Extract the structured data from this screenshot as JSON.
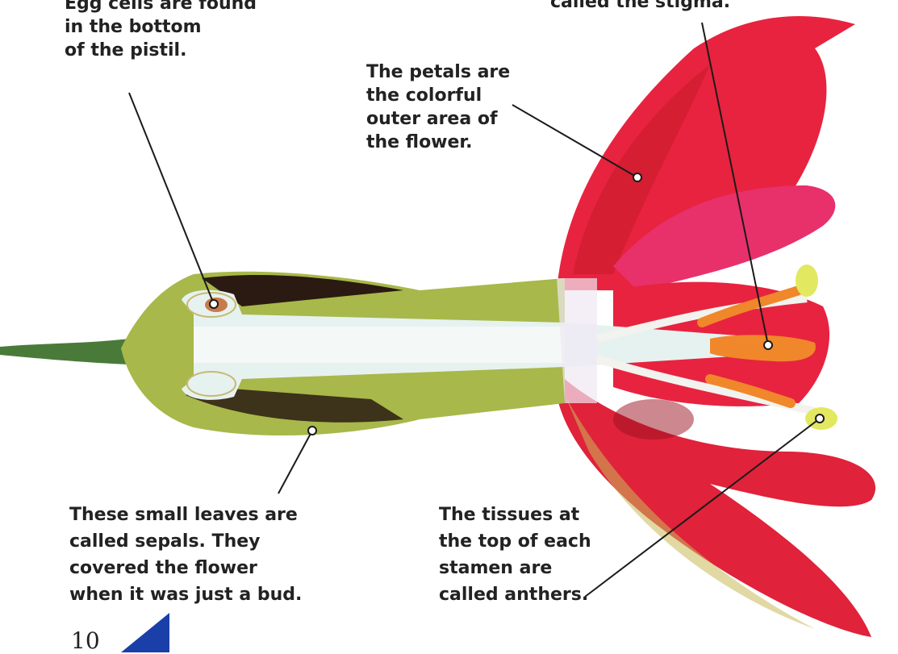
{
  "callouts": {
    "egg_cells": [
      "Egg cells are found",
      "in the bottom",
      "of the pistil."
    ],
    "stigma": [
      "called the stigma."
    ],
    "petals": [
      "The petals are",
      "the colorful",
      "outer area of",
      "the flower."
    ],
    "sepals": [
      "These small leaves are",
      "called sepals. They",
      "covered the flower",
      "when it was just a bud."
    ],
    "anthers": [
      "The tissues at",
      "the top of each",
      "stamen are",
      "called anthers."
    ]
  },
  "page_number": "10",
  "colors": {
    "petal": "#e8233f",
    "petal_pink": "#e8306a",
    "sepal": "#a8b84a",
    "tissue": "#e6f2f0",
    "stigma": "#f0872a",
    "anther": "#e2e860",
    "ovule": "#c97a4a",
    "corner_mark": "#1a3fa8"
  }
}
